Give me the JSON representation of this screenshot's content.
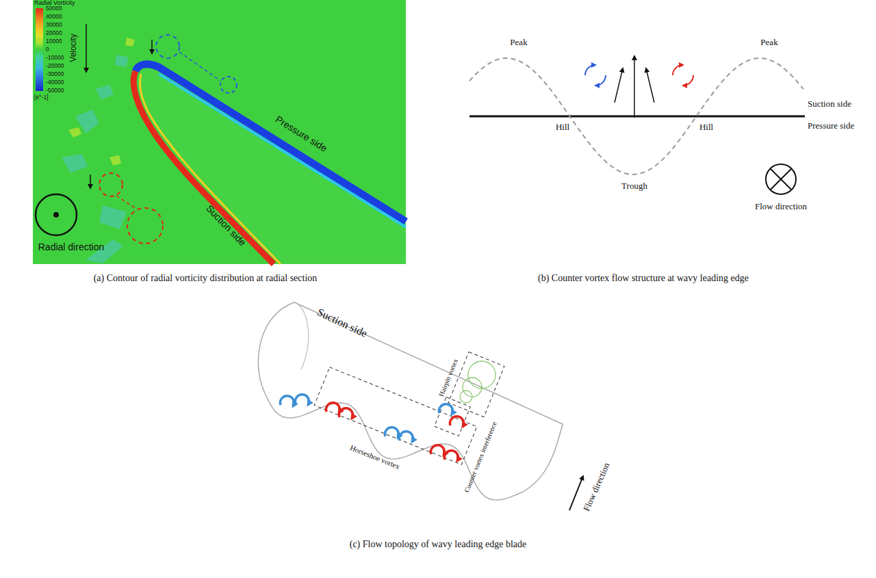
{
  "diagram": {
    "labels": [
      "Radial Vorticity",
      "50000",
      "40000",
      "30000",
      "20000",
      "10000",
      "0",
      "-10000",
      "-20000",
      "-30000",
      "-40000",
      "-50000",
      "[s^-1]",
      "Velocity",
      "Pressure side",
      "Suction side",
      "Radial direction",
      "(a) Contour of radial vorticity distribution at radial section",
      "Peak",
      "Peak",
      "Hill",
      "Hill",
      "Trough",
      "Suction side",
      "Pressure side",
      "Flow direction",
      "(b) Counter vortex flow structure at wavy leading edge",
      "Suction side",
      "Hairpin vortex",
      "Horseshoe vortex",
      "Counter vortex interference",
      "Flow direction",
      "(c) Flow topology of wavy leading edge blade"
    ]
  }
}
